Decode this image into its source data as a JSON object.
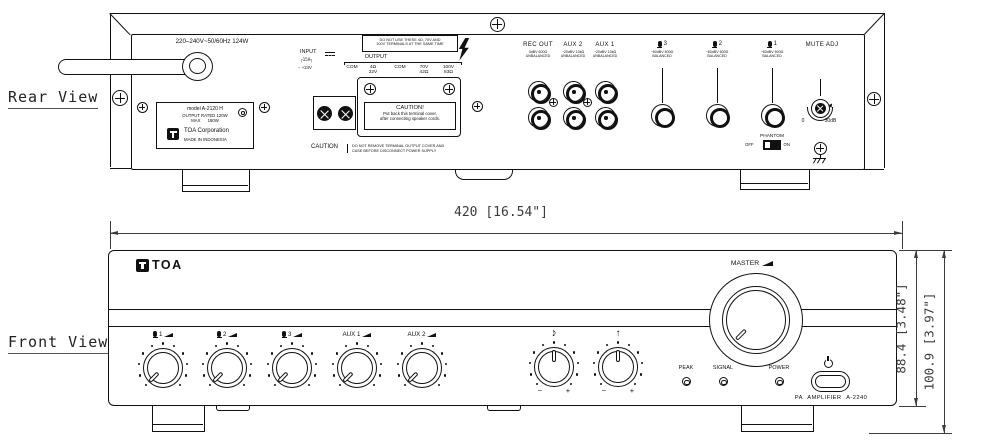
{
  "rear": {
    "view_label": "Rear View",
    "power_rating": "220–240V~50/60Hz 124W",
    "nameplate": {
      "model": "model A-2120 H",
      "rated": "OUTPUT RATED 120W",
      "max": "MAX 180W",
      "brand": "TOA Corporation",
      "origin": "MADE IN INDONESIA"
    },
    "input": {
      "label": "INPUT",
      "fuse": "┌15A┐",
      "polarity": "− +24V"
    },
    "output": {
      "label": "OUTPUT",
      "cols": [
        {
          "t": "COM",
          "b": ""
        },
        {
          "t": "4Ω",
          "b": "22V"
        },
        {
          "t": "COM",
          "b": ""
        },
        {
          "t": "70V",
          "b": "42Ω"
        },
        {
          "t": "100V",
          "b": "83Ω"
        }
      ]
    },
    "warning": {
      "line1": "DO NOT USE THESE 4Ω, 70V AND",
      "line2": "100V TERMINALS AT THE SAME TIME"
    },
    "cover_caution": {
      "title": "CAUTION!",
      "line1": "Put back this terminal cover,",
      "line2": "after connecting speaker cords."
    },
    "bottom_caution": {
      "label": "CAUTION",
      "line1": "DO NOT REMOVE TERMINAL OUTPUT COVER AND",
      "line2": "CASE BEFORE DISCONNECT POWER SUPPLY"
    },
    "jacks": [
      {
        "label": "REC OUT",
        "spec1": "0dBV 600Ω",
        "spec2": "UNBALANCED"
      },
      {
        "label": "AUX 2",
        "spec1": "−20dBV 10kΩ",
        "spec2": "UNBALANCED"
      },
      {
        "label": "AUX 1",
        "spec1": "−20dBV 10kΩ",
        "spec2": "UNBALANCED"
      },
      {
        "label": "3",
        "spec1": "−60dBV 600Ω",
        "spec2": "BALANCED"
      },
      {
        "label": "2",
        "spec1": "−60dBV 600Ω",
        "spec2": "BALANCED"
      },
      {
        "label": "1",
        "spec1": "−60dBV 600Ω",
        "spec2": "BALANCED"
      }
    ],
    "mute_adj": {
      "label": "MUTE ADJ",
      "min": "0",
      "max": "−30dB"
    },
    "phantom": {
      "label": "PHANTOM",
      "off": "OFF",
      "on": "ON"
    }
  },
  "front": {
    "view_label": "Front View",
    "brand": "TOA",
    "knobs": [
      {
        "label": "1"
      },
      {
        "label": "2"
      },
      {
        "label": "3"
      },
      {
        "label": "AUX 1"
      },
      {
        "label": "AUX 2"
      }
    ],
    "master_label": "MASTER",
    "tone": {
      "bass_glyph": "♪",
      "treble_glyph": "↑",
      "minus": "−",
      "plus": "+"
    },
    "leds": [
      {
        "label": "PEAK"
      },
      {
        "label": "SIGNAL"
      },
      {
        "label": "POWER"
      }
    ],
    "model_text": "PA AMPLIFIER A-2240"
  },
  "dimensions": {
    "width": "420 [16.54\"]",
    "height_panel": "88.4 [3.48\"]",
    "height_overall": "100.9 [3.97\"]"
  }
}
